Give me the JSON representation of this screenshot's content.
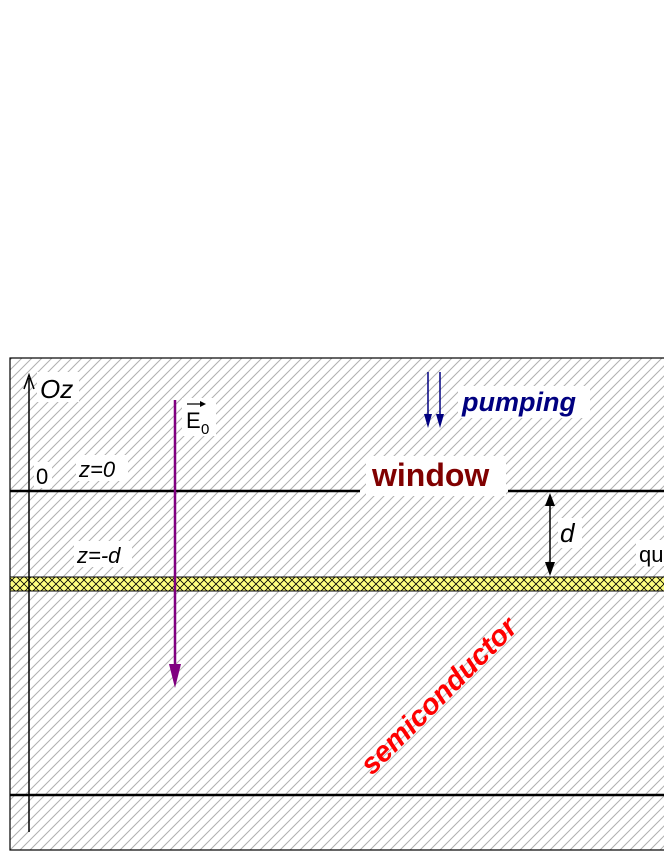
{
  "labels": {
    "axis": "Oz",
    "origin": "0",
    "z_top": "z=0",
    "z_bottom": "z=-d",
    "field": "E",
    "field_sub": "0",
    "pumping": "pumping",
    "window": "window",
    "thickness": "d",
    "quantum_partial": "qu",
    "semiconductor": "semiconductor"
  },
  "colors": {
    "hatch": "#b0b0b0",
    "line": "#000000",
    "field_arrow": "#800080",
    "pumping": "#000080",
    "window_text": "#800000",
    "semiconductor_text": "#ff0000",
    "quantum_layer": "#ffff80"
  }
}
